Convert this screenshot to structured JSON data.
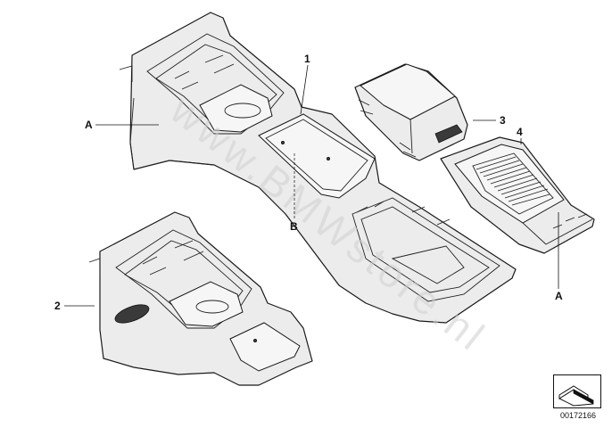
{
  "diagram": {
    "callouts": {
      "c1": "1",
      "c2": "2",
      "c3": "3",
      "c4": "4",
      "cA1": "A",
      "cA2": "A",
      "cB": "B"
    },
    "watermark": "www.BMWstore.nl",
    "doc_number": "00172166"
  }
}
